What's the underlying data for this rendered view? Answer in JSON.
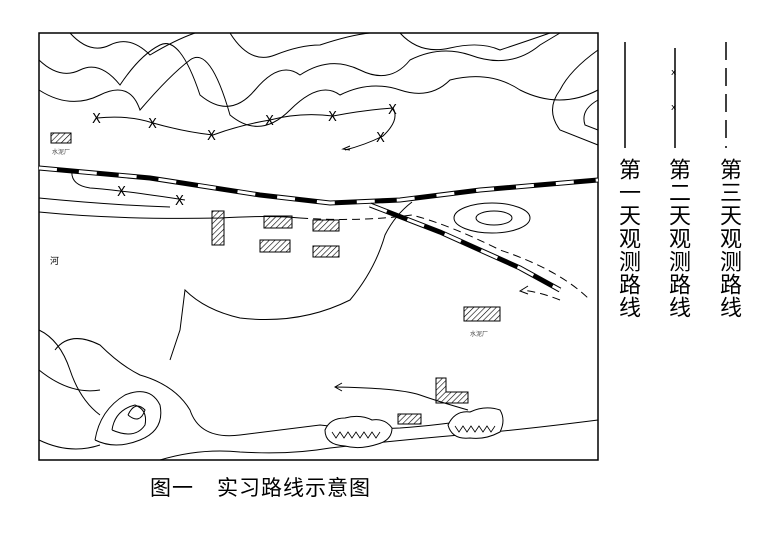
{
  "caption": "图一   实习路线示意图",
  "legend": [
    {
      "label": "第一天观测路线",
      "style": "solid"
    },
    {
      "label": "第二天观测路线",
      "style": "dot-tick"
    },
    {
      "label": "第三天观测路线",
      "style": "dashed"
    }
  ],
  "map_labels": {
    "river": "河",
    "factory_left": "水泥厂",
    "factory_right": "水泥厂"
  },
  "colors": {
    "line": "#000000",
    "background": "#ffffff"
  }
}
